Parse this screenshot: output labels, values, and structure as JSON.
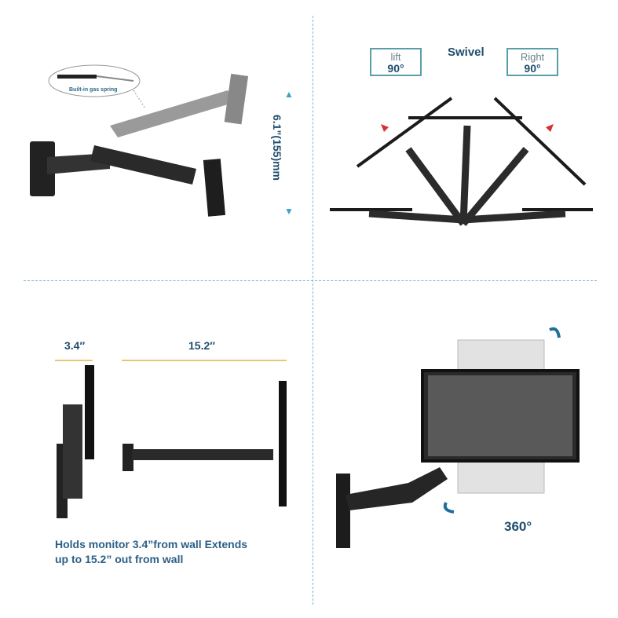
{
  "panels": {
    "height": {
      "callout": "Built-in gas spring",
      "dimension": "6.1”(155)mm",
      "icons": [
        "arrow-up-icon",
        "arrow-down-icon"
      ]
    },
    "swivel": {
      "title": "Swivel",
      "left_box": {
        "label": "lift",
        "value": "90°"
      },
      "right_box": {
        "label": "Right",
        "value": "90°"
      }
    },
    "extension": {
      "min_label": "3.4″",
      "max_label": "15.2″",
      "caption_line1": "Holds monitor 3.4”from wall Extends",
      "caption_line2": "up to 15.2” out from wall"
    },
    "rotation": {
      "label": "360°",
      "icons": [
        "rotate-arrow-icon"
      ]
    }
  },
  "colors": {
    "text": "#1f4e6e",
    "divider": "#7fb6cc",
    "box_border": "#5a9ea8",
    "dimension_line": "#e6c77a",
    "swivel_arrow": "#d9302b"
  }
}
